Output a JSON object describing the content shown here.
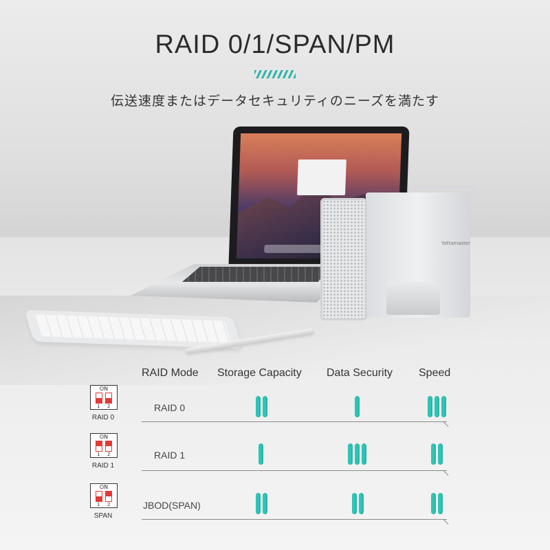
{
  "heading": {
    "title": "RAID 0/1/SPAN/PM",
    "subtitle": "伝送速度またはデータセキュリティのニーズを満たす"
  },
  "product": {
    "logo_text": "Yottamaster"
  },
  "table": {
    "headers": {
      "mode": "RAID Mode",
      "capacity": "Storage Capacity",
      "security": "Data Security",
      "speed": "Speed"
    },
    "rows": [
      {
        "label": "RAID 0",
        "icon_caption": "RAID 0",
        "switch1": "up",
        "switch2": "up",
        "capacity": 2,
        "security": 1,
        "speed": 3
      },
      {
        "label": "RAID 1",
        "icon_caption": "RAID 1",
        "switch1": "down",
        "switch2": "down",
        "capacity": 1,
        "security": 3,
        "speed": 2
      },
      {
        "label": "JBOD(SPAN)",
        "icon_caption": "SPAN",
        "switch1": "up",
        "switch2": "down",
        "capacity": 2,
        "security": 2,
        "speed": 2
      }
    ]
  },
  "dip_switch": {
    "on_label": "ON",
    "num1": "1",
    "num2": "2"
  },
  "colors": {
    "accent": "#2fc4b6",
    "switch_red": "#e23a34"
  }
}
